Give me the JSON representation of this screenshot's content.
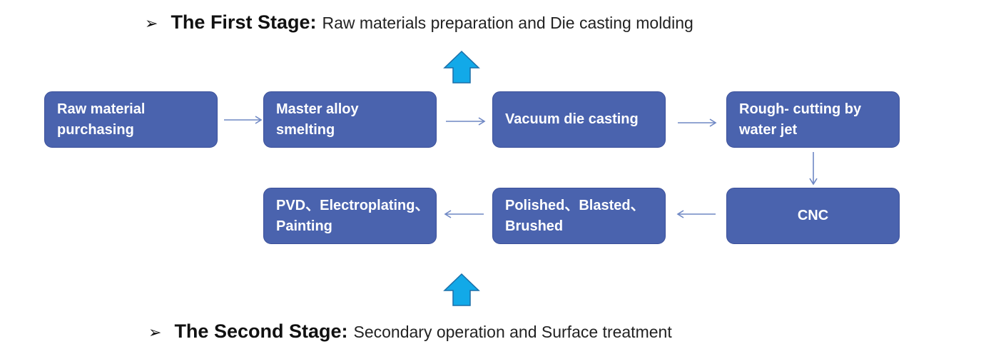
{
  "stages": {
    "first": {
      "bullet": "➢",
      "title": "The First Stage:",
      "description": "Raw materials preparation and Die casting molding"
    },
    "second": {
      "bullet": "➢",
      "title": "The Second Stage:",
      "description": "Secondary operation and Surface treatment"
    }
  },
  "steps": {
    "raw_material": "Raw material purchasing",
    "master_alloy": "Master alloy smelting",
    "vacuum_die_casting": "Vacuum die casting",
    "rough_cutting": "Rough- cutting by water jet",
    "cnc": "CNC",
    "polished": "Polished、Blasted、Brushed",
    "pvd": "PVD、Electroplating、Painting"
  },
  "colors": {
    "box_fill": "#4a63ae",
    "flow_arrow": "#6e87c4",
    "stage_arrow": "#12a9e8"
  }
}
